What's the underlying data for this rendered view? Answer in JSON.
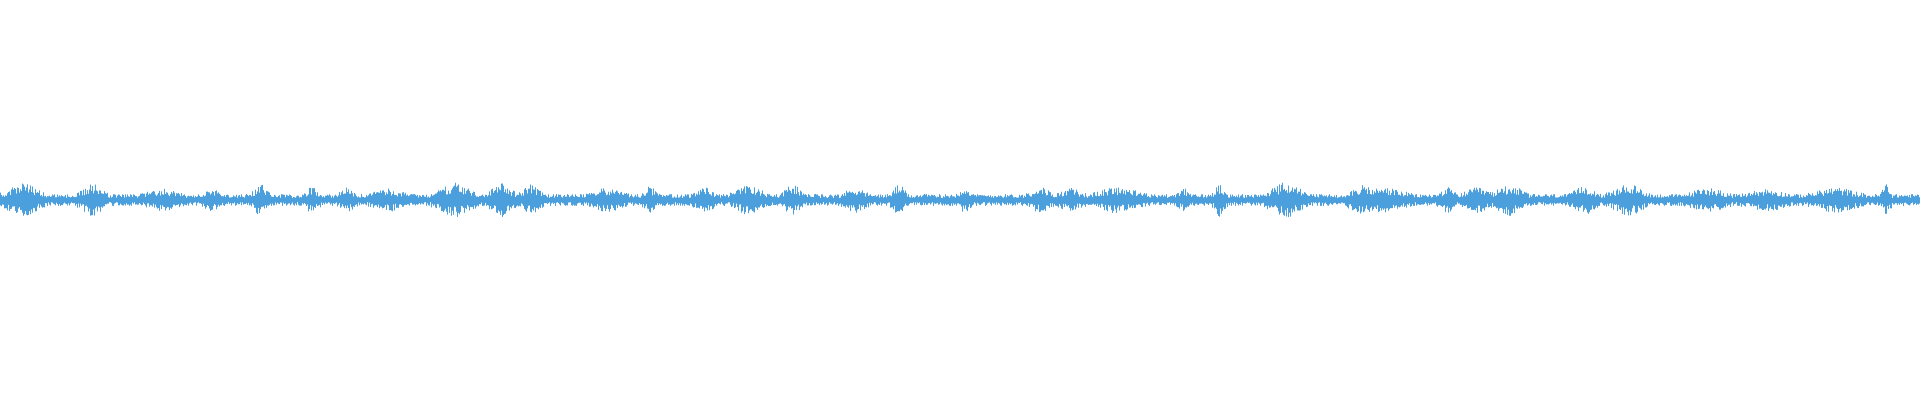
{
  "waveform": {
    "color": "#4a9fdc",
    "background": "#ffffff",
    "amplitude_range": [
      -1,
      1
    ],
    "level": 0.03,
    "burst_level": 0.09,
    "baseline_visible": true
  }
}
